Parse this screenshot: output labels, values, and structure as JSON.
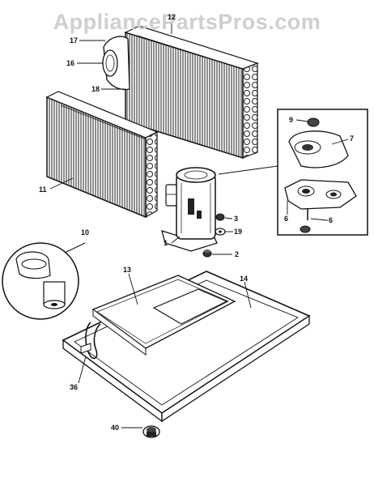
{
  "watermark": "AppliancePartsPros.com",
  "callouts": {
    "c12": "12",
    "c17": "17",
    "c16a": "16",
    "c18": "18",
    "c11": "11",
    "c9": "9",
    "c7": "7",
    "c6a": "6",
    "c6b": "6",
    "c3": "3",
    "c19": "19",
    "c1": "1",
    "c2": "2",
    "c10": "10",
    "c13": "13",
    "c14": "14",
    "c36": "36",
    "c40": "40"
  }
}
